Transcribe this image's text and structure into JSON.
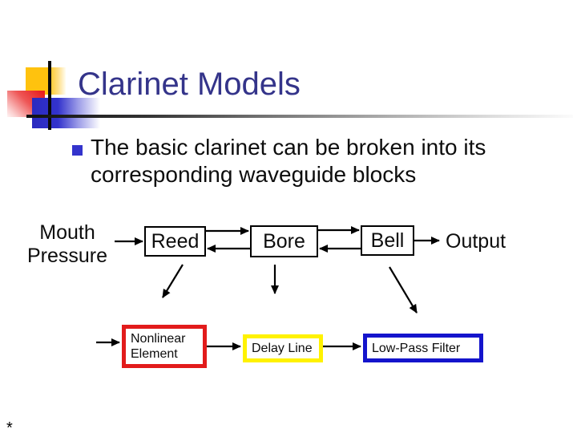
{
  "slide": {
    "title": "Clarinet Models",
    "bullet": "The basic clarinet can be broken into its corresponding waveguide blocks",
    "footnote": "*"
  },
  "diagram": {
    "mouth_pressure_label": "Mouth Pressure",
    "reed_label": "Reed",
    "bore_label": "Bore",
    "bell_label": "Bell",
    "output_label": "Output",
    "nonlinear_label": "Nonlinear Element",
    "delay_label": "Delay Line",
    "lowpass_label": "Low-Pass Filter"
  },
  "colors": {
    "title_text": "#34348A",
    "bullet_square": "#3333CC",
    "plain_box_border": "#000000",
    "nonlinear_border": "#E21B1B",
    "delay_border": "#FFF200",
    "lowpass_border": "#1414CC",
    "logo_yellow": "#FFC20E",
    "logo_red": "#E82222",
    "logo_blue": "#3333CC",
    "arrow": "#000000"
  }
}
